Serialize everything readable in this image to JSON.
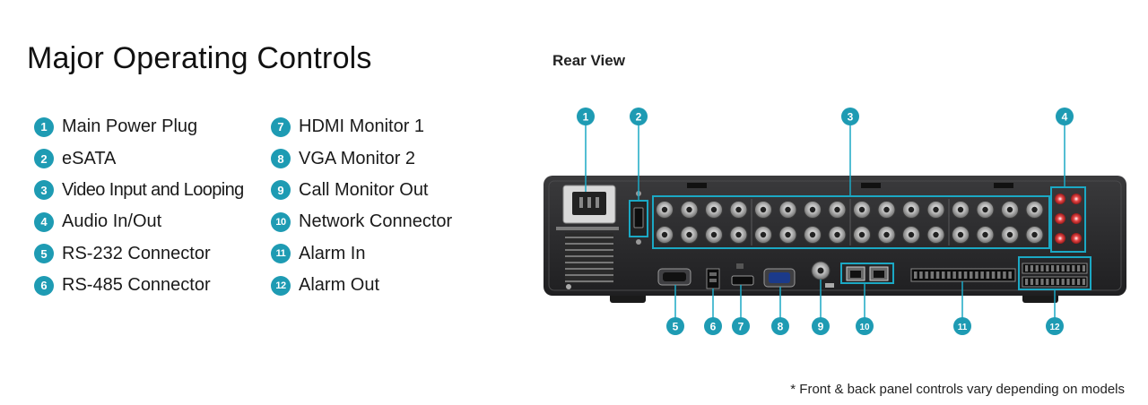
{
  "title": "Major Operating Controls",
  "rear_view_title": "Rear View",
  "footnote": "* Front & back panel controls vary depending on models",
  "legend": [
    {
      "num": "1",
      "label": "Main Power Plug"
    },
    {
      "num": "2",
      "label": "eSATA"
    },
    {
      "num": "3",
      "label": "Video Input and Looping"
    },
    {
      "num": "4",
      "label": "Audio In/Out"
    },
    {
      "num": "5",
      "label": "RS-232 Connector"
    },
    {
      "num": "6",
      "label": "RS-485 Connector"
    },
    {
      "num": "7",
      "label": "HDMI Monitor 1"
    },
    {
      "num": "8",
      "label": "VGA Monitor 2"
    },
    {
      "num": "9",
      "label": "Call Monitor Out"
    },
    {
      "num": "10",
      "label": "Network Connector"
    },
    {
      "num": "11",
      "label": "Alarm In"
    },
    {
      "num": "12",
      "label": "Alarm Out"
    }
  ],
  "callouts": {
    "c1": "1",
    "c2": "2",
    "c3": "3",
    "c4": "4",
    "c5": "5",
    "c6": "6",
    "c7": "7",
    "c8": "8",
    "c9": "9",
    "c10": "10",
    "c11": "11",
    "c12": "12"
  },
  "colors": {
    "accent": "#1e9bb3",
    "panel": "#2b2b2d",
    "highlight": "#1ba8c4"
  }
}
